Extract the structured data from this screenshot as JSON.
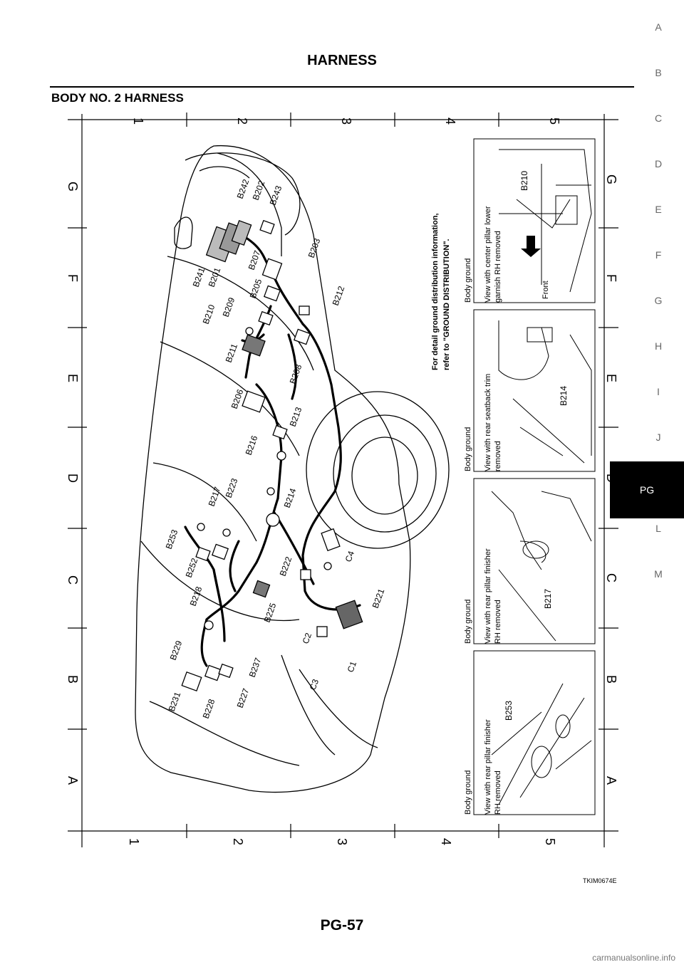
{
  "header": {
    "title": "HARNESS",
    "section": "BODY NO. 2 HARNESS"
  },
  "side_tabs": [
    "A",
    "B",
    "C",
    "D",
    "E",
    "F",
    "G",
    "H",
    "I",
    "J",
    "PG",
    "L",
    "M"
  ],
  "active_tab": "PG",
  "grid": {
    "numbers": [
      "1",
      "2",
      "3",
      "4",
      "5"
    ],
    "letters_left": [
      "G",
      "F",
      "E",
      "D",
      "C",
      "B",
      "A"
    ],
    "letters_right": [
      "G",
      "F",
      "E",
      "D",
      "C",
      "B",
      "A"
    ]
  },
  "connectors": [
    "B242",
    "B202",
    "B243",
    "B241",
    "B201",
    "B203",
    "B207",
    "B210",
    "B209",
    "B205",
    "B212",
    "B211",
    "B208",
    "B206",
    "B213",
    "B216",
    "B223",
    "B217",
    "B214",
    "B253",
    "B252",
    "B218",
    "B222",
    "C4",
    "B225",
    "B221",
    "B229",
    "C2",
    "B231",
    "B228",
    "B227",
    "B237",
    "C3",
    "C1"
  ],
  "ground_note": [
    "For detail ground distribution information,",
    "refer to \"GROUND DISTRIBUTION\"."
  ],
  "panels": [
    {
      "heading": "Body ground",
      "caption": [
        "View with center pillar lower",
        "garnish RH removed"
      ],
      "label": "B210",
      "extra": "Front"
    },
    {
      "heading": "Body ground",
      "caption": [
        "View with rear seatback trim",
        "removed"
      ],
      "label": "B214",
      "extra": ""
    },
    {
      "heading": "Body ground",
      "caption": [
        "View with rear pillar finisher",
        "RH removed"
      ],
      "label": "B217",
      "extra": ""
    },
    {
      "heading": "Body ground",
      "caption": [
        "View with rear pillar finisher",
        "RH removed"
      ],
      "label": "B253",
      "extra": ""
    }
  ],
  "figure_code": "TKIM0674E",
  "page_number": "PG-57",
  "footer_site": "carmanualsonline.info"
}
